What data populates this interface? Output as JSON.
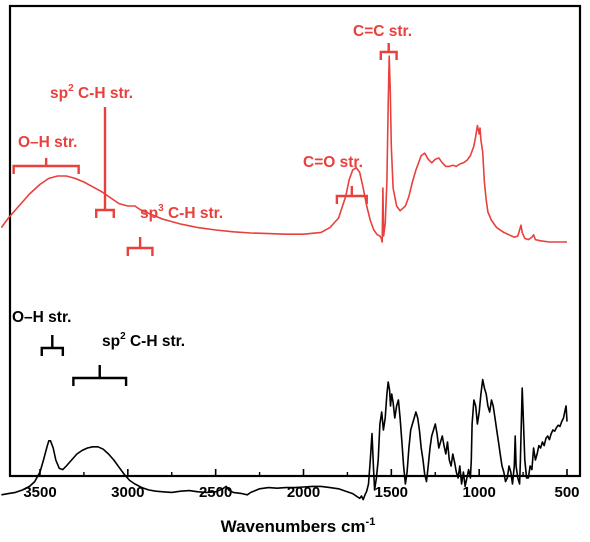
{
  "chart_data": {
    "type": "line",
    "xlabel": "Wavenumbers cm",
    "xlabel_sup": "-1",
    "xlim": [
      3750,
      400
    ],
    "x_reversed": true,
    "x_ticks": [
      3500,
      3000,
      2500,
      2000,
      1500,
      1000,
      500
    ],
    "grid": false,
    "colors": {
      "red": "#e8403c",
      "black": "#000000"
    },
    "series": [
      {
        "color": "#e8403c",
        "points": [
          [
            3720,
            0.22
          ],
          [
            3680,
            0.3
          ],
          [
            3620,
            0.4
          ],
          [
            3560,
            0.5
          ],
          [
            3500,
            0.58
          ],
          [
            3450,
            0.63
          ],
          [
            3400,
            0.65
          ],
          [
            3350,
            0.65
          ],
          [
            3300,
            0.63
          ],
          [
            3250,
            0.6
          ],
          [
            3200,
            0.56
          ],
          [
            3150,
            0.52
          ],
          [
            3100,
            0.47
          ],
          [
            3050,
            0.42
          ],
          [
            3000,
            0.4
          ],
          [
            2960,
            0.4
          ],
          [
            2930,
            0.37
          ],
          [
            2900,
            0.35
          ],
          [
            2850,
            0.32
          ],
          [
            2800,
            0.29
          ],
          [
            2750,
            0.27
          ],
          [
            2700,
            0.25
          ],
          [
            2650,
            0.235
          ],
          [
            2600,
            0.22
          ],
          [
            2500,
            0.2
          ],
          [
            2400,
            0.185
          ],
          [
            2300,
            0.175
          ],
          [
            2200,
            0.17
          ],
          [
            2100,
            0.165
          ],
          [
            2000,
            0.165
          ],
          [
            1900,
            0.18
          ],
          [
            1850,
            0.22
          ],
          [
            1800,
            0.3
          ],
          [
            1760,
            0.48
          ],
          [
            1740,
            0.62
          ],
          [
            1720,
            0.7
          ],
          [
            1700,
            0.72
          ],
          [
            1680,
            0.68
          ],
          [
            1660,
            0.55
          ],
          [
            1640,
            0.4
          ],
          [
            1620,
            0.28
          ],
          [
            1600,
            0.2
          ],
          [
            1580,
            0.16
          ],
          [
            1565,
            0.15
          ],
          [
            1557,
            0.13
          ],
          [
            1552,
            0.1
          ],
          [
            1548,
            0.55
          ],
          [
            1544,
            0.15
          ],
          [
            1535,
            0.25
          ],
          [
            1525,
            0.6
          ],
          [
            1518,
            1.25
          ],
          [
            1512,
            1.65
          ],
          [
            1506,
            1.35
          ],
          [
            1500,
            0.9
          ],
          [
            1490,
            0.55
          ],
          [
            1470,
            0.4
          ],
          [
            1450,
            0.36
          ],
          [
            1420,
            0.4
          ],
          [
            1400,
            0.48
          ],
          [
            1380,
            0.6
          ],
          [
            1360,
            0.7
          ],
          [
            1345,
            0.76
          ],
          [
            1330,
            0.82
          ],
          [
            1310,
            0.84
          ],
          [
            1290,
            0.79
          ],
          [
            1270,
            0.76
          ],
          [
            1250,
            0.79
          ],
          [
            1230,
            0.8
          ],
          [
            1210,
            0.76
          ],
          [
            1190,
            0.73
          ],
          [
            1170,
            0.73
          ],
          [
            1150,
            0.74
          ],
          [
            1130,
            0.73
          ],
          [
            1110,
            0.75
          ],
          [
            1090,
            0.76
          ],
          [
            1070,
            0.78
          ],
          [
            1050,
            0.82
          ],
          [
            1030,
            0.9
          ],
          [
            1020,
            0.98
          ],
          [
            1010,
            1.07
          ],
          [
            1000,
            1.0
          ],
          [
            995,
            1.05
          ],
          [
            990,
            0.95
          ],
          [
            980,
            0.85
          ],
          [
            970,
            0.6
          ],
          [
            960,
            0.45
          ],
          [
            950,
            0.35
          ],
          [
            930,
            0.28
          ],
          [
            900,
            0.22
          ],
          [
            860,
            0.18
          ],
          [
            830,
            0.16
          ],
          [
            800,
            0.14
          ],
          [
            780,
            0.15
          ],
          [
            770,
            0.2
          ],
          [
            762,
            0.24
          ],
          [
            755,
            0.18
          ],
          [
            740,
            0.13
          ],
          [
            720,
            0.12
          ],
          [
            700,
            0.14
          ],
          [
            690,
            0.16
          ],
          [
            680,
            0.12
          ],
          [
            650,
            0.11
          ],
          [
            600,
            0.1
          ],
          [
            550,
            0.1
          ],
          [
            500,
            0.1
          ]
        ]
      },
      {
        "color": "#000000",
        "points": [
          [
            3720,
            -0.49
          ],
          [
            3680,
            -0.48
          ],
          [
            3640,
            -0.47
          ],
          [
            3600,
            -0.45
          ],
          [
            3560,
            -0.42
          ],
          [
            3530,
            -0.38
          ],
          [
            3500,
            -0.3
          ],
          [
            3480,
            -0.2
          ],
          [
            3460,
            -0.09
          ],
          [
            3450,
            -0.04
          ],
          [
            3440,
            -0.04
          ],
          [
            3425,
            -0.1
          ],
          [
            3410,
            -0.2
          ],
          [
            3390,
            -0.27
          ],
          [
            3370,
            -0.28
          ],
          [
            3350,
            -0.25
          ],
          [
            3320,
            -0.2
          ],
          [
            3290,
            -0.15
          ],
          [
            3260,
            -0.12
          ],
          [
            3230,
            -0.1
          ],
          [
            3200,
            -0.09
          ],
          [
            3170,
            -0.09
          ],
          [
            3140,
            -0.11
          ],
          [
            3110,
            -0.15
          ],
          [
            3080,
            -0.2
          ],
          [
            3050,
            -0.26
          ],
          [
            3020,
            -0.32
          ],
          [
            2990,
            -0.37
          ],
          [
            2960,
            -0.4
          ],
          [
            2920,
            -0.43
          ],
          [
            2880,
            -0.45
          ],
          [
            2840,
            -0.46
          ],
          [
            2800,
            -0.465
          ],
          [
            2750,
            -0.47
          ],
          [
            2700,
            -0.46
          ],
          [
            2650,
            -0.455
          ],
          [
            2600,
            -0.465
          ],
          [
            2550,
            -0.47
          ],
          [
            2500,
            -0.465
          ],
          [
            2460,
            -0.44
          ],
          [
            2440,
            -0.42
          ],
          [
            2425,
            -0.45
          ],
          [
            2400,
            -0.47
          ],
          [
            2350,
            -0.48
          ],
          [
            2320,
            -0.49
          ],
          [
            2300,
            -0.47
          ],
          [
            2250,
            -0.44
          ],
          [
            2200,
            -0.43
          ],
          [
            2150,
            -0.435
          ],
          [
            2100,
            -0.43
          ],
          [
            2050,
            -0.43
          ],
          [
            2000,
            -0.425
          ],
          [
            1950,
            -0.42
          ],
          [
            1900,
            -0.42
          ],
          [
            1850,
            -0.43
          ],
          [
            1800,
            -0.44
          ],
          [
            1760,
            -0.46
          ],
          [
            1720,
            -0.48
          ],
          [
            1700,
            -0.5
          ],
          [
            1680,
            -0.52
          ],
          [
            1670,
            -0.5
          ],
          [
            1660,
            -0.53
          ],
          [
            1650,
            -0.49
          ],
          [
            1640,
            -0.46
          ],
          [
            1630,
            -0.4
          ],
          [
            1620,
            -0.2
          ],
          [
            1610,
            0.02
          ],
          [
            1602,
            -0.25
          ],
          [
            1595,
            -0.45
          ],
          [
            1585,
            -0.35
          ],
          [
            1575,
            -0.2
          ],
          [
            1565,
            0.1
          ],
          [
            1555,
            0.2
          ],
          [
            1545,
            0.05
          ],
          [
            1535,
            0.15
          ],
          [
            1525,
            0.35
          ],
          [
            1518,
            0.45
          ],
          [
            1510,
            0.38
          ],
          [
            1505,
            0.25
          ],
          [
            1498,
            0.35
          ],
          [
            1490,
            0.28
          ],
          [
            1480,
            0.15
          ],
          [
            1470,
            0.25
          ],
          [
            1460,
            0.3
          ],
          [
            1450,
            0.15
          ],
          [
            1440,
            -0.05
          ],
          [
            1430,
            -0.25
          ],
          [
            1420,
            -0.4
          ],
          [
            1410,
            -0.3
          ],
          [
            1400,
            -0.1
          ],
          [
            1390,
            0.05
          ],
          [
            1380,
            0.1
          ],
          [
            1370,
            0.15
          ],
          [
            1360,
            0.2
          ],
          [
            1350,
            0.15
          ],
          [
            1340,
            0.05
          ],
          [
            1330,
            -0.1
          ],
          [
            1320,
            -0.2
          ],
          [
            1310,
            -0.32
          ],
          [
            1300,
            -0.38
          ],
          [
            1290,
            -0.25
          ],
          [
            1280,
            -0.1
          ],
          [
            1270,
            0.0
          ],
          [
            1260,
            0.05
          ],
          [
            1250,
            0.1
          ],
          [
            1240,
            0.02
          ],
          [
            1230,
            -0.1
          ],
          [
            1220,
            -0.05
          ],
          [
            1210,
            0.0
          ],
          [
            1200,
            -0.08
          ],
          [
            1190,
            -0.15
          ],
          [
            1180,
            -0.05
          ],
          [
            1170,
            -0.2
          ],
          [
            1160,
            -0.25
          ],
          [
            1150,
            -0.15
          ],
          [
            1140,
            -0.22
          ],
          [
            1130,
            -0.3
          ],
          [
            1120,
            -0.35
          ],
          [
            1110,
            -0.25
          ],
          [
            1100,
            -0.4
          ],
          [
            1090,
            -0.3
          ],
          [
            1080,
            -0.42
          ],
          [
            1070,
            -0.35
          ],
          [
            1060,
            -0.28
          ],
          [
            1050,
            -0.35
          ],
          [
            1045,
            -0.2
          ],
          [
            1040,
            0.1
          ],
          [
            1030,
            0.3
          ],
          [
            1020,
            0.25
          ],
          [
            1010,
            0.1
          ],
          [
            1000,
            0.2
          ],
          [
            990,
            0.35
          ],
          [
            980,
            0.47
          ],
          [
            970,
            0.4
          ],
          [
            960,
            0.35
          ],
          [
            950,
            0.25
          ],
          [
            940,
            0.2
          ],
          [
            930,
            0.3
          ],
          [
            920,
            0.25
          ],
          [
            910,
            0.15
          ],
          [
            900,
            0.05
          ],
          [
            890,
            -0.05
          ],
          [
            880,
            -0.15
          ],
          [
            870,
            -0.25
          ],
          [
            860,
            -0.3
          ],
          [
            850,
            -0.38
          ],
          [
            840,
            -0.35
          ],
          [
            830,
            -0.25
          ],
          [
            820,
            -0.3
          ],
          [
            810,
            -0.4
          ],
          [
            800,
            -0.25
          ],
          [
            795,
            0.0
          ],
          [
            790,
            -0.25
          ],
          [
            780,
            -0.35
          ],
          [
            770,
            -0.4
          ],
          [
            765,
            -0.2
          ],
          [
            760,
            0.1
          ],
          [
            755,
            0.4
          ],
          [
            750,
            0.2
          ],
          [
            740,
            -0.2
          ],
          [
            730,
            -0.35
          ],
          [
            720,
            -0.35
          ],
          [
            710,
            -0.25
          ],
          [
            700,
            -0.28
          ],
          [
            690,
            -0.1
          ],
          [
            680,
            -0.2
          ],
          [
            670,
            -0.15
          ],
          [
            660,
            -0.08
          ],
          [
            650,
            -0.1
          ],
          [
            640,
            -0.05
          ],
          [
            630,
            -0.08
          ],
          [
            620,
            -0.02
          ],
          [
            610,
            0.0
          ],
          [
            600,
            -0.03
          ],
          [
            590,
            0.02
          ],
          [
            580,
            0.05
          ],
          [
            570,
            0.04
          ],
          [
            560,
            0.07
          ],
          [
            550,
            0.09
          ],
          [
            540,
            0.08
          ],
          [
            530,
            0.12
          ],
          [
            520,
            0.15
          ],
          [
            510,
            0.22
          ],
          [
            505,
            0.25
          ],
          [
            500,
            0.12
          ]
        ]
      }
    ],
    "annotations": [
      {
        "text": "O–H str.",
        "sup": "",
        "after": "",
        "color": "red",
        "bracket": [
          3650,
          3280
        ]
      },
      {
        "text": "sp",
        "sup": "2",
        "after": " C-H str.",
        "color": "red",
        "bracket": [
          3180,
          3080
        ]
      },
      {
        "text": "sp",
        "sup": "3",
        "after": " C-H str.",
        "color": "red",
        "bracket": [
          3000,
          2860
        ]
      },
      {
        "text": "C=O str.",
        "sup": "",
        "after": "",
        "color": "red",
        "bracket": [
          1810,
          1640
        ]
      },
      {
        "text": "C=C str.",
        "sup": "",
        "after": "",
        "color": "red",
        "bracket": [
          1560,
          1470
        ]
      },
      {
        "text": "O–H str.",
        "sup": "",
        "after": "",
        "color": "black",
        "bracket": [
          3490,
          3370
        ]
      },
      {
        "text": "sp",
        "sup": "2",
        "after": " C-H str.",
        "color": "black",
        "bracket": [
          3310,
          3010
        ]
      }
    ]
  }
}
